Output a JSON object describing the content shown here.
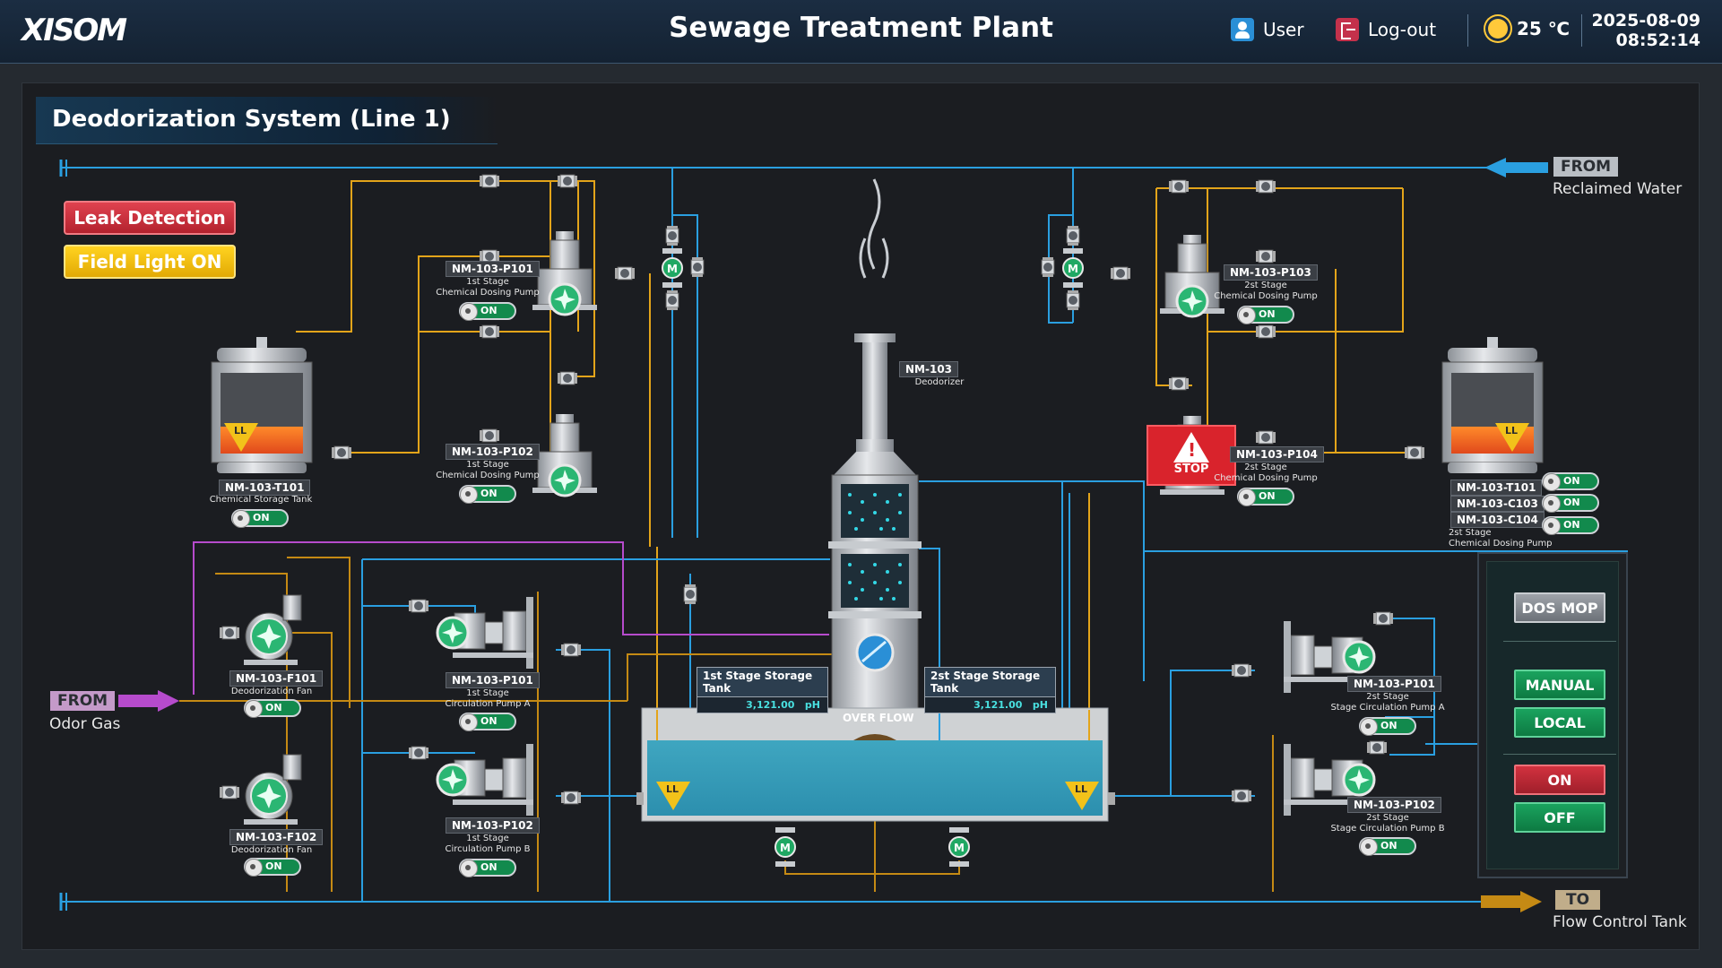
{
  "header": {
    "logo": "XISOM",
    "title": "Sewage Treatment Plant",
    "user": "User",
    "logout": "Log-out",
    "temperature": "25 ℃",
    "date": "2025-08-09",
    "time": "08:52:14"
  },
  "section_title": "Deodorization System (Line 1)",
  "alarms": {
    "leak": "Leak Detection",
    "field_light": "Field Light ON"
  },
  "inlets": {
    "reclaimed": {
      "badge": "FROM",
      "label": "Reclaimed Water"
    },
    "odor": {
      "badge": "FROM",
      "label": "Odor Gas"
    },
    "outlet": {
      "badge": "TO",
      "label": "Flow Control Tank"
    }
  },
  "equipment": {
    "t101_left": {
      "tag": "NM-103-T101",
      "desc": "Chemical Storage Tank",
      "state": "ON"
    },
    "p101_left": {
      "tag": "NM-103-P101",
      "desc1": "1st Stage",
      "desc2": "Chemical Dosing Pump",
      "state": "ON"
    },
    "p102_left": {
      "tag": "NM-103-P102",
      "desc1": "1st Stage",
      "desc2": "Chemical Dosing Pump",
      "state": "ON"
    },
    "p103": {
      "tag": "NM-103-P103",
      "desc1": "2st Stage",
      "desc2": "Chemical Dosing Pump",
      "state": "ON"
    },
    "p104": {
      "tag": "NM-103-P104",
      "desc1": "2st Stage",
      "desc2": "Chemical Dosing Pump",
      "state": "ON"
    },
    "right_tank": {
      "tag1": "NM-103-T101",
      "tag2": "NM-103-C103",
      "tag3": "NM-103-C104",
      "desc1": "2st Stage",
      "desc2": "Chemical Dosing Pump",
      "state1": "ON",
      "state2": "ON",
      "state3": "ON"
    },
    "deodorizer": {
      "tag": "NM-103",
      "desc": "Deodorizer"
    },
    "f101": {
      "tag": "NM-103-F101",
      "desc": "Deodorization Fan",
      "state": "ON"
    },
    "f102": {
      "tag": "NM-103-F102",
      "desc": "Deodorization Fan",
      "state": "ON"
    },
    "cp101": {
      "tag": "NM-103-P101",
      "desc1": "1st Stage",
      "desc2": "Circulation Pump A",
      "state": "ON"
    },
    "cp102": {
      "tag": "NM-103-P102",
      "desc1": "1st Stage",
      "desc2": "Circulation Pump B",
      "state": "ON"
    },
    "rcp101": {
      "tag": "NM-103-P101",
      "desc1": "2st Stage",
      "desc2": "Stage Circulation Pump A",
      "state": "ON"
    },
    "rcp102": {
      "tag": "NM-103-P102",
      "desc1": "2st Stage",
      "desc2": "Stage Circulation Pump B",
      "state": "ON"
    }
  },
  "storage": {
    "first": {
      "name": "1st Stage Storage Tank",
      "value": "3,121.00",
      "unit": "pH"
    },
    "second": {
      "name": "2st Stage Storage Tank",
      "value": "3,121.00",
      "unit": "pH"
    }
  },
  "stop_label": "STOP",
  "overflow_label": "OVER FLOW",
  "level_label": "LL",
  "motor_label": "M",
  "controls": {
    "dos_mop": "DOS MOP",
    "manual": "MANUAL",
    "local": "LOCAL",
    "on": "ON",
    "off": "OFF"
  }
}
